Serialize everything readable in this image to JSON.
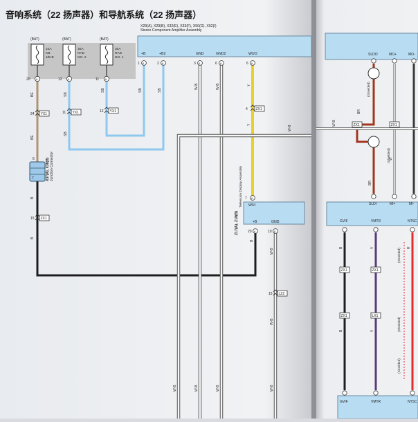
{
  "page": {
    "title": "音响系统（22 扬声器）和导航系统（22 扬声器）"
  },
  "fuses": [
    {
      "bat": "(BAT)",
      "label": "10A\nKB\nJ/B-B",
      "pin": "20",
      "conn": "(A)"
    },
    {
      "bat": "(BAT)",
      "label": "30A\nRAD\nNO. 2",
      "pin": "12",
      "conn": "(A)"
    },
    {
      "bat": "(BAT)",
      "label": "30A\nRAD\nNO. 1",
      "pin": "11",
      "conn": "(A)"
    }
  ],
  "amplifier": {
    "ref": "X29(A), X29(B), X32(E), X33(F), X50(G), X52(I)",
    "name": "Stereo Component Amplifier Assembly",
    "pins": [
      {
        "name": "+B",
        "num": "1",
        "conn": "(A)"
      },
      {
        "name": "+B2",
        "num": "2",
        "conn": "(A)"
      },
      {
        "name": "GND",
        "num": "3",
        "conn": "(A)"
      },
      {
        "name": "GND2",
        "num": "6",
        "conn": "(A)"
      },
      {
        "name": "WUO",
        "num": "6",
        "conn": "(A)"
      }
    ]
  },
  "junction": {
    "ref": "X37(A), X38(B)",
    "name": "Junction Connector",
    "pin_top": "6",
    "pin_bottom": "7",
    "conn": "(A)"
  },
  "connectors": {
    "yx1_24": {
      "num": "24",
      "label": "YX1"
    },
    "yx1_11": {
      "num": "11",
      "label": "YX1"
    },
    "yx1_12": {
      "num": "12",
      "label": "YX1"
    },
    "zx1_4": {
      "num": "4",
      "label": "ZX1"
    },
    "zx1_15": {
      "num": "15",
      "label": "ZX1"
    },
    "lz2_15": {
      "num": "15",
      "label": "LZ2"
    }
  },
  "display": {
    "ref": "Z17(A), Z18(B)",
    "name": "Television Display Assembly",
    "pins": [
      {
        "name": "WUI",
        "num": "7",
        "conn": "(A)"
      },
      {
        "name": "+B",
        "num": "20",
        "conn": "(A)"
      },
      {
        "name": "GND",
        "num": "10",
        "conn": "(A)"
      }
    ]
  },
  "wire_codes": {
    "be": "BE",
    "sb": "SB",
    "b": "B",
    "wb": "W-B",
    "y": "Y",
    "br": "BR",
    "w": "W",
    "v": "V",
    "r": "R"
  },
  "right_page": {
    "top_pins": [
      "SLDO",
      "MO+",
      "MO-"
    ],
    "mid_pins": [
      "SLDI",
      "MI+",
      "MI-"
    ],
    "sig_pins": [
      "GVIF",
      "VMTR",
      "NTSC"
    ],
    "bottom_pins": [
      "GVIF",
      "VMTR",
      "NTSC"
    ],
    "shielded": "(Shielded)",
    "connectors": [
      "ZX1",
      "ZX1",
      "ZX1",
      "ZX1",
      "ZX1",
      "LX1"
    ]
  },
  "colors": {
    "wire_be": "#b09473",
    "wire_sb": "#8ec8ef",
    "wire_b": "#1d1d1f",
    "wire_y": "#e8cf2a",
    "wire_wb": "#f7f7f7",
    "wire_br": "#a23520",
    "wire_v": "#5b3a7c",
    "wire_r": "#e52c2c",
    "box_fill": "#b8dcf2",
    "fuse_bg": "#c6c6c6"
  }
}
